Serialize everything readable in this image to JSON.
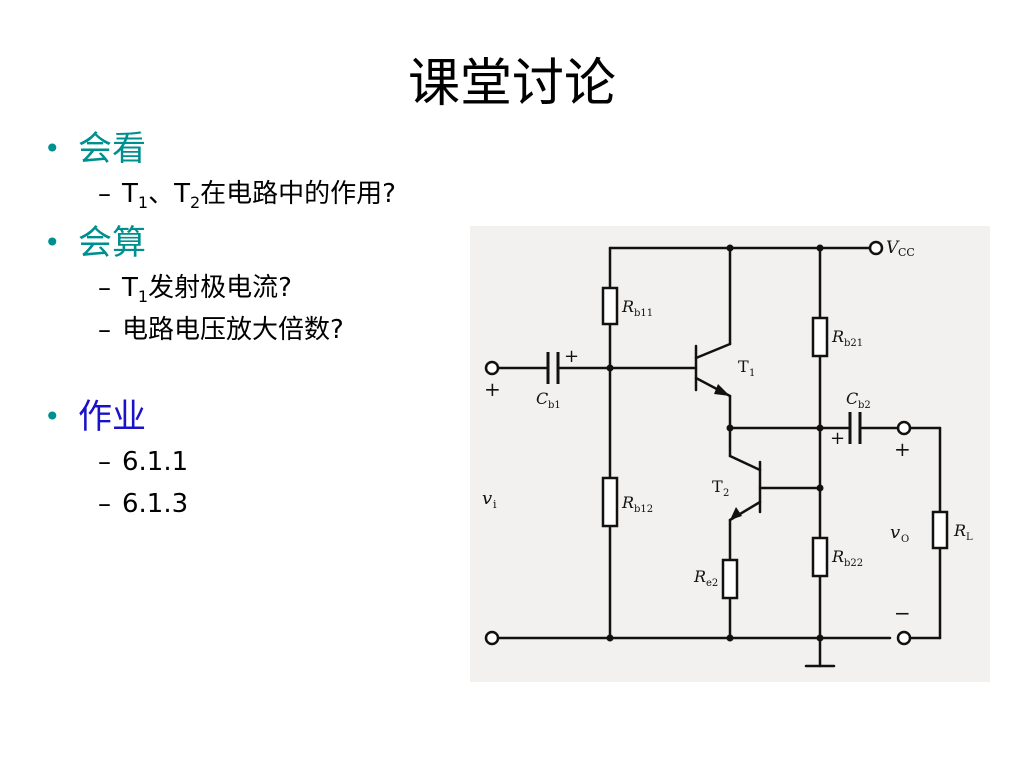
{
  "title": "课堂讨论",
  "sections": [
    {
      "heading": "会看",
      "items": [
        {
          "pre": "T",
          "sub1": "1",
          "mid": "、T",
          "sub2": "2",
          "post": "在电路中的作用?"
        }
      ]
    },
    {
      "heading": "会算",
      "items": [
        {
          "pre": "T",
          "sub1": "1",
          "post": "发射极电流?"
        },
        {
          "text": "电路电压放大倍数?"
        }
      ]
    },
    {
      "heading": "作业",
      "items": [
        {
          "text": "6.1.1"
        },
        {
          "text": "6.1.3"
        }
      ]
    }
  ],
  "circuit": {
    "labels": {
      "vcc": "V",
      "vcc_sub": "CC",
      "rb11": "R",
      "rb11_sub": "b11",
      "rb12": "R",
      "rb12_sub": "b12",
      "rb21": "R",
      "rb21_sub": "b21",
      "rb22": "R",
      "rb22_sub": "b22",
      "re2": "R",
      "re2_sub": "e2",
      "rl": "R",
      "rl_sub": "L",
      "cb1": "C",
      "cb1_sub": "b1",
      "cb2": "C",
      "cb2_sub": "b2",
      "t1": "T",
      "t1_sub": "1",
      "t2": "T",
      "t2_sub": "2",
      "vi": "v",
      "vi_sub": "i",
      "vo": "v",
      "vo_sub": "O",
      "plus": "+",
      "minus": "−"
    }
  },
  "colors": {
    "teal": "#008f8f",
    "blue": "#1a12c8"
  }
}
